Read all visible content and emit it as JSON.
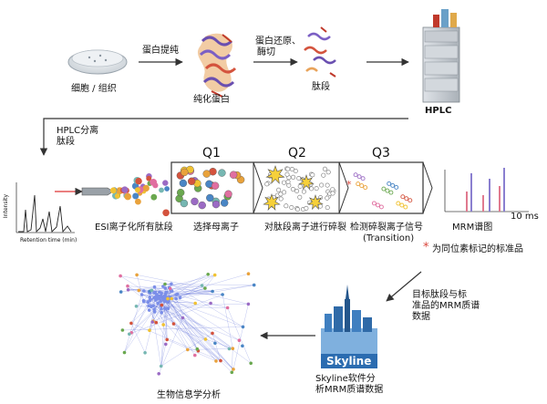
{
  "top_row": {
    "cells_label": "细胞 / 组织",
    "step1": "蛋白提纯",
    "pure_protein": "纯化蛋白",
    "step2_line1": "蛋白还原、",
    "step2_line2": "酶切",
    "peptides": "肽段",
    "hplc": "HPLC"
  },
  "mid_row": {
    "hplc_sep_line1": "HPLC分离",
    "hplc_sep_line2": "肽段",
    "chrom_ylabel": "Intensity",
    "chrom_xlabel": "Retention time (min)",
    "esi": "ESI离子化所有肽段",
    "q1": "Q1",
    "q2": "Q2",
    "q3": "Q3",
    "select_parent": "选择母离子",
    "fragment": "对肽段离子进行碎裂",
    "detect_line1": "检测碎裂离子信号",
    "detect_line2": "(Transition)",
    "mrm_spectrum": "MRM谱图",
    "time_scale": "10 ms",
    "legend_star": "*",
    "legend_text": "为同位素标记的标准品"
  },
  "bottom_row": {
    "target_line1": "目标肽段与标",
    "target_line2": "准品的MRM质谱",
    "target_line3": "数据",
    "skyline_logo": "Skyline",
    "skyline_line1": "Skyline软件分",
    "skyline_line2": "析MRM质谱数据",
    "bioinfo": "生物信息学分析"
  },
  "colors": {
    "arrow": "#333333",
    "star_red": "#d9443a",
    "peak_pink": "#e07a8f",
    "peak_purple": "#8a7fd0",
    "skyline_blue": "#2b6cb0",
    "network_blue": "#3a4fd0"
  }
}
